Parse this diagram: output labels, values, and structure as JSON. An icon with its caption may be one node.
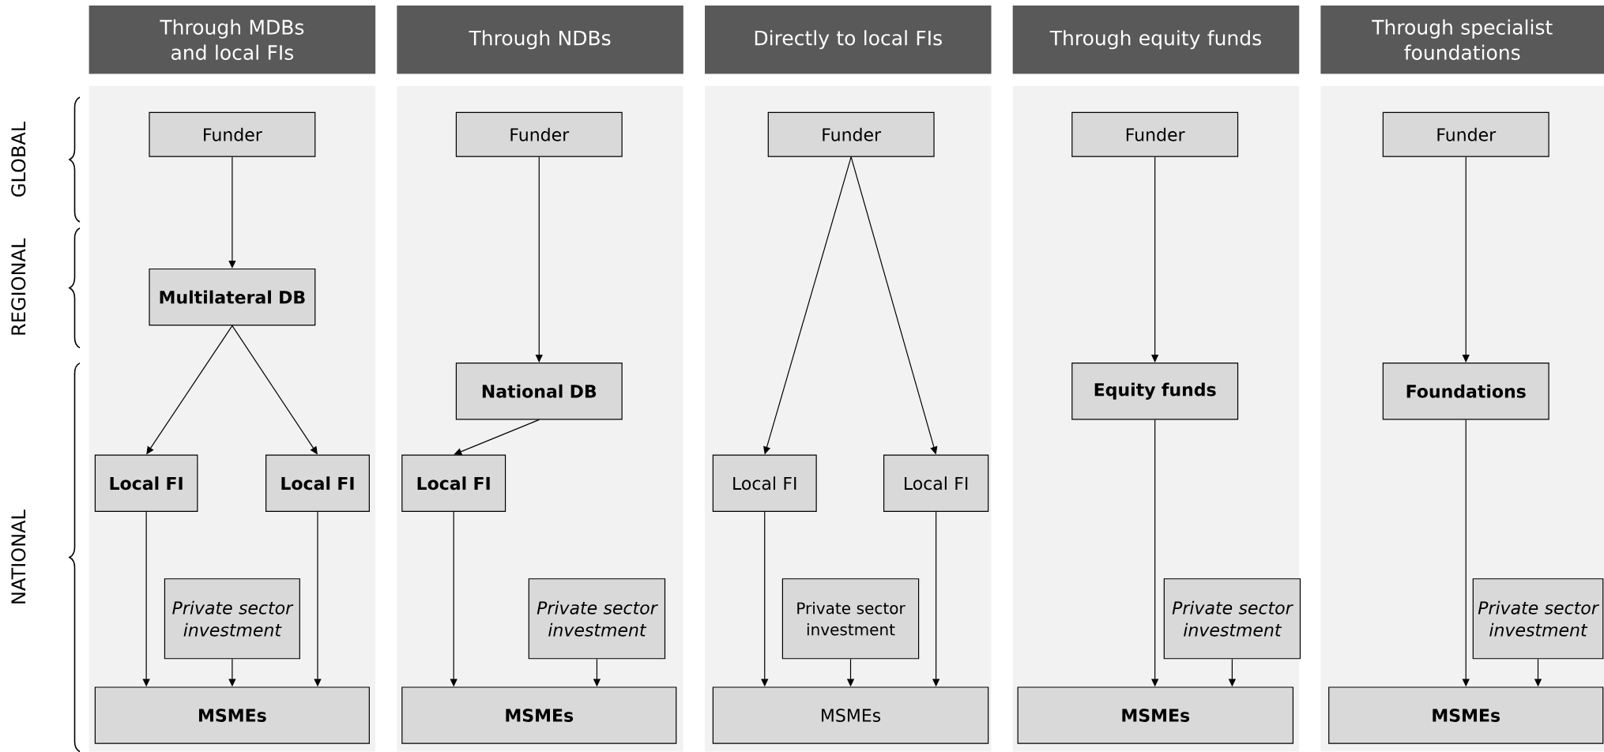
{
  "diagram": {
    "nodes": [
      {
        "text": [
          "Through MDBs and local FIs"
        ]
      },
      {
        "text": [
          "Through NDBs"
        ]
      },
      {
        "text": [
          "Directly to local FIs"
        ]
      },
      {
        "text": [
          "Through equity funds"
        ]
      },
      {
        "text": [
          "Through specialist foundations"
        ]
      },
      {
        "text": [
          "Funder"
        ]
      },
      {
        "text": [
          "Multilateral DB"
        ]
      },
      {
        "text": [
          "Local FI"
        ]
      },
      {
        "text": [
          "Local FI"
        ]
      },
      {
        "text": [
          "Private sector investment"
        ]
      },
      {
        "text": [
          "MSMEs"
        ]
      },
      {
        "text": [
          "Funder"
        ]
      },
      {
        "text": [
          "National DB"
        ]
      },
      {
        "text": [
          "Local FI"
        ]
      },
      {
        "text": [
          "Private sector investment"
        ]
      },
      {
        "text": [
          "MSMEs"
        ]
      },
      {
        "text": [
          "Funder"
        ]
      },
      {
        "text": [
          "Local FI"
        ]
      },
      {
        "text": [
          "Local FI"
        ]
      },
      {
        "text": [
          "Private sector investment"
        ]
      },
      {
        "text": [
          "MSMEs"
        ]
      },
      {
        "text": [
          "Funder"
        ]
      },
      {
        "text": [
          "Equity funds"
        ]
      },
      {
        "text": [
          "Private sector investment"
        ]
      },
      {
        "text": [
          "MSMEs"
        ]
      },
      {
        "text": [
          "Funder"
        ]
      },
      {
        "text": [
          "Foundations"
        ]
      },
      {
        "text": [
          "Private sector investment"
        ]
      },
      {
        "text": [
          "MSMEs"
        ]
      }
    ],
    "edges": [
      {
        "from": 5,
        "to": 6,
        "arrow": "to"
      },
      {
        "from": 6,
        "to": 7,
        "arrow": "to"
      },
      {
        "from": 6,
        "to": 8,
        "arrow": "to"
      },
      {
        "from": 7,
        "to": 10,
        "arrow": "to"
      },
      {
        "from": 8,
        "to": 10,
        "arrow": "to"
      },
      {
        "from": 9,
        "to": 10,
        "arrow": "to"
      },
      {
        "from": 11,
        "to": 12,
        "arrow": "to"
      },
      {
        "from": 12,
        "to": 13,
        "arrow": "to"
      },
      {
        "from": 13,
        "to": 15,
        "arrow": "to"
      },
      {
        "from": 14,
        "to": 15,
        "arrow": "to"
      },
      {
        "from": 16,
        "to": 17,
        "arrow": "to"
      },
      {
        "from": 16,
        "to": 18,
        "arrow": "to"
      },
      {
        "from": 17,
        "to": 20,
        "arrow": "to"
      },
      {
        "from": 18,
        "to": 20,
        "arrow": "to"
      },
      {
        "from": 19,
        "to": 20,
        "arrow": "to"
      },
      {
        "from": 21,
        "to": 22,
        "arrow": "to"
      },
      {
        "from": 22,
        "to": 24,
        "arrow": "to"
      },
      {
        "from": 23,
        "to": 24,
        "arrow": "to"
      },
      {
        "from": 25,
        "to": 26,
        "arrow": "to"
      },
      {
        "from": 26,
        "to": 28,
        "arrow": "to"
      },
      {
        "from": 27,
        "to": 28,
        "arrow": "to"
      }
    ],
    "labels": [
      "GLOBAL",
      "REGIONAL",
      "NATIONAL"
    ]
  }
}
